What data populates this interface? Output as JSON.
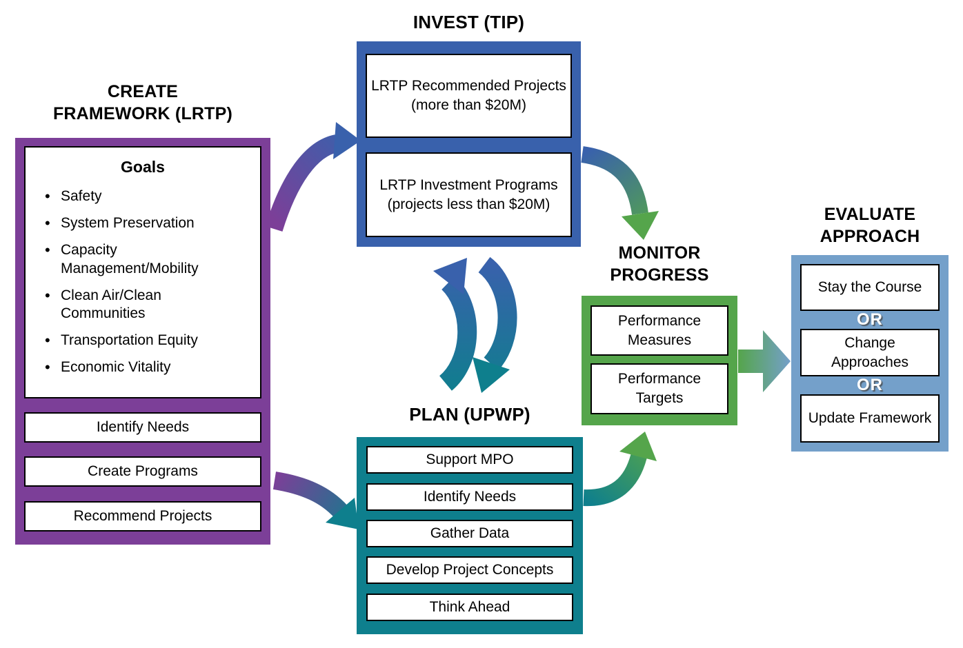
{
  "colors": {
    "create_framework_purple": "#7C3F98",
    "invest_blue": "#3961AC",
    "plan_teal": "#0E7F8D",
    "monitor_green": "#55A54B",
    "evaluate_light_blue": "#74A0CA",
    "inner_box_bg": "#FFFFFF",
    "inner_box_border": "#000000",
    "title_text": "#000000",
    "or_text": "#FFFFFF"
  },
  "create_framework": {
    "title_line1": "CREATE",
    "title_line2": "FRAMEWORK (LRTP)",
    "goals_heading": "Goals",
    "goals": [
      "Safety",
      "System Preservation",
      "Capacity Management/Mobility",
      "Clean Air/Clean Communities",
      "Transportation Equity",
      "Economic Vitality"
    ],
    "items": [
      "Identify Needs",
      "Create Programs",
      "Recommend Projects"
    ]
  },
  "invest": {
    "title": "INVEST (TIP)",
    "items": [
      "LRTP Recommended Projects (more than $20M)",
      "LRTP Investment Programs (projects less than $20M)"
    ]
  },
  "plan": {
    "title": "PLAN (UPWP)",
    "items": [
      "Support MPO",
      "Identify Needs",
      "Gather Data",
      "Develop Project Concepts",
      "Think Ahead"
    ]
  },
  "monitor": {
    "title_line1": "MONITOR",
    "title_line2": "PROGRESS",
    "items": [
      "Performance Measures",
      "Performance Targets"
    ]
  },
  "evaluate": {
    "title_line1": "EVALUATE",
    "title_line2": "APPROACH",
    "separator": "OR",
    "items": [
      "Stay the Course",
      "Change Approaches",
      "Update Framework"
    ]
  }
}
